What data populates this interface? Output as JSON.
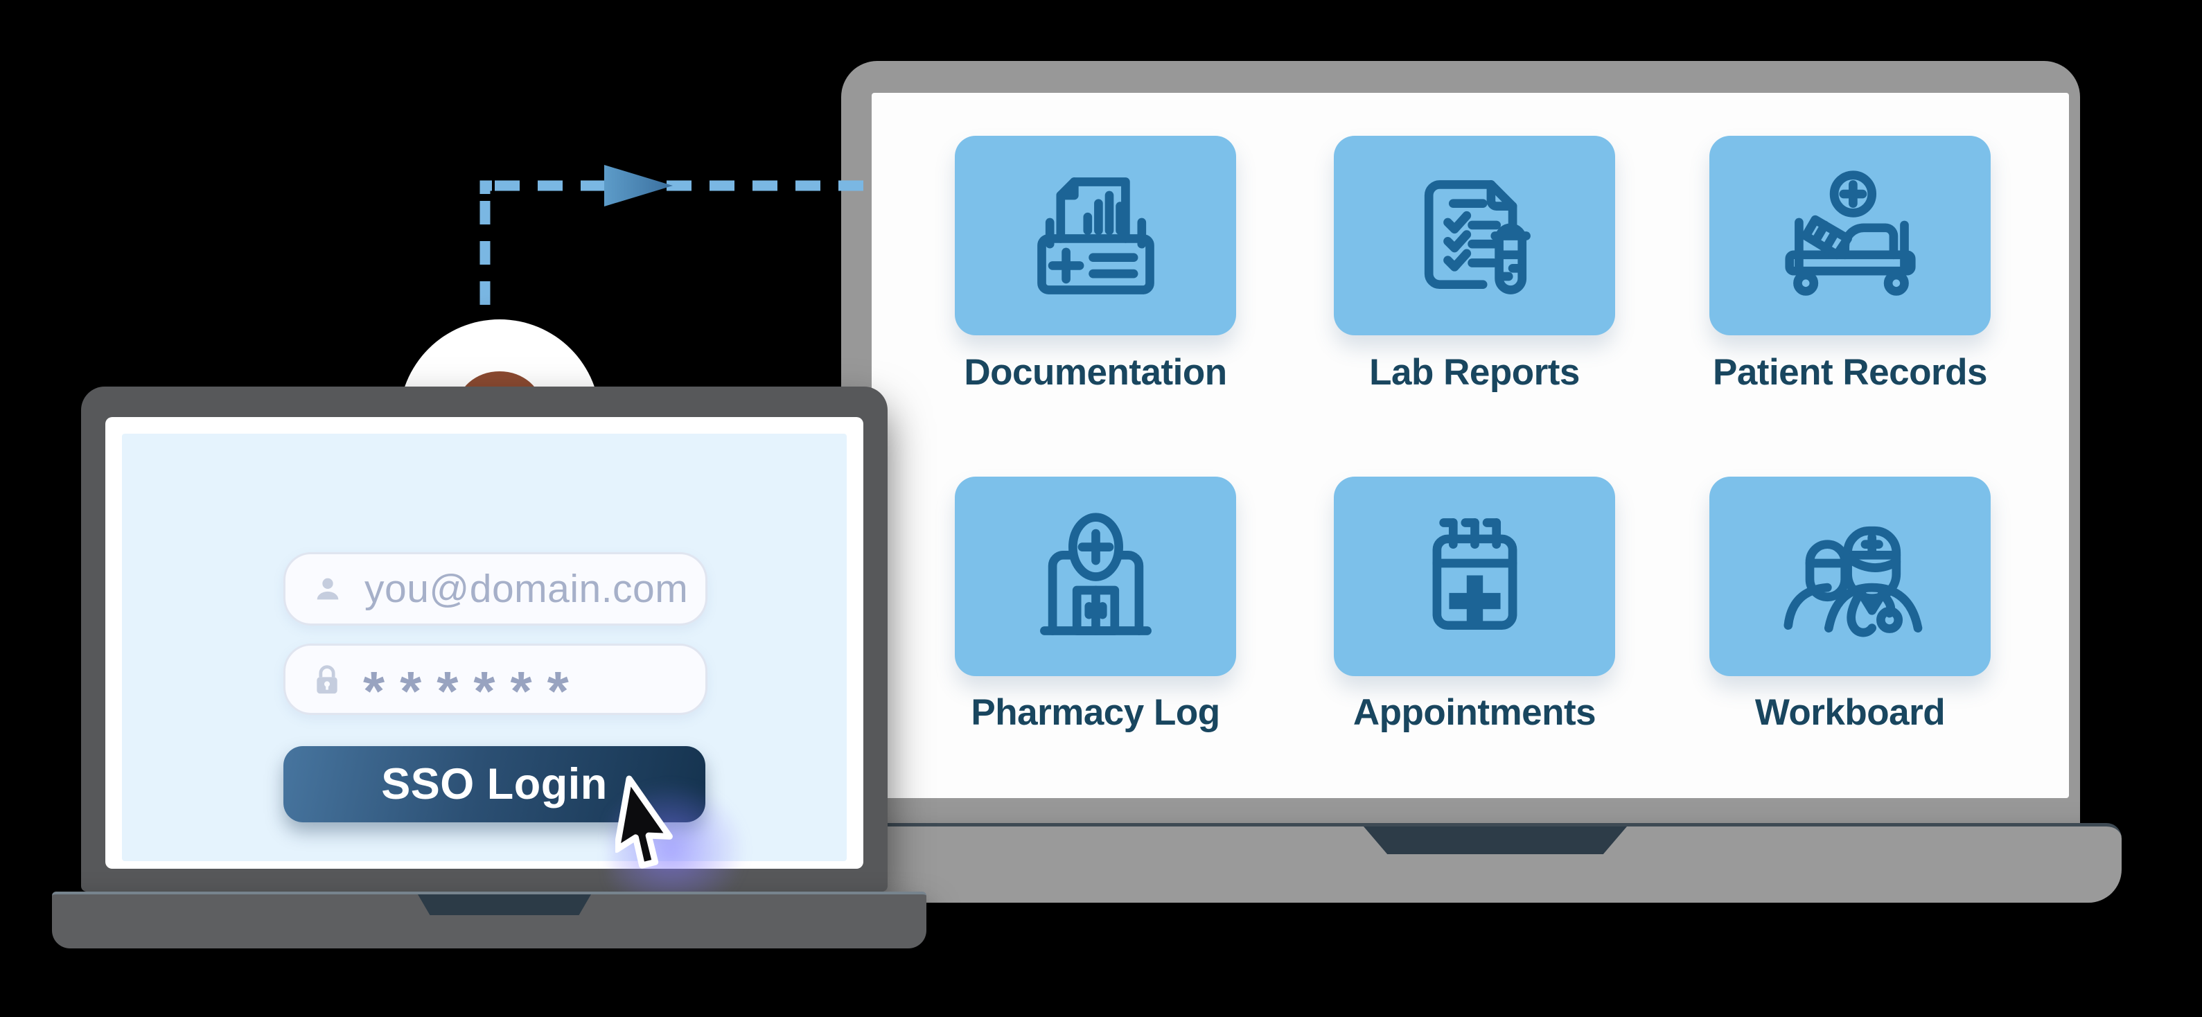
{
  "scene": {
    "description": "SSO login illustration: doctor logs in once on a small laptop and gains access to six healthcare apps on a large laptop",
    "background_color": "#000000"
  },
  "left_laptop": {
    "login": {
      "email_placeholder": "you@domain.com",
      "password_mask": "******",
      "sso_button_label": "SSO Login"
    },
    "icons": [
      "user-icon",
      "lock-icon",
      "cursor-pointer-icon"
    ],
    "avatar": "doctor-avatar"
  },
  "arrow": {
    "style": "dashed elbow arrow from avatar up and right into the large laptop",
    "color": "#7ab7e3",
    "head_color": "#4d85b3"
  },
  "right_laptop": {
    "apps": [
      {
        "label": "Documentation",
        "icon": "documentation-icon"
      },
      {
        "label": "Lab Reports",
        "icon": "lab-reports-icon"
      },
      {
        "label": "Patient Records",
        "icon": "patient-records-icon"
      },
      {
        "label": "Pharmacy Log",
        "icon": "pharmacy-log-icon"
      },
      {
        "label": "Appointments",
        "icon": "appointments-icon"
      },
      {
        "label": "Workboard",
        "icon": "workboard-icon"
      }
    ]
  },
  "colors": {
    "tile_blue": "#7cc0ea",
    "icon_stroke_blue": "#1c6496",
    "label_navy": "#19465f",
    "screen_light_blue": "#e5f3fd",
    "button_gradient_start": "#47759f",
    "button_gradient_end": "#15334f",
    "laptop_dark_gray": "#57585a",
    "laptop_light_gray": "#989898",
    "notch_slate": "#2d3c48",
    "placeholder_gray": "#a6b0c9"
  }
}
